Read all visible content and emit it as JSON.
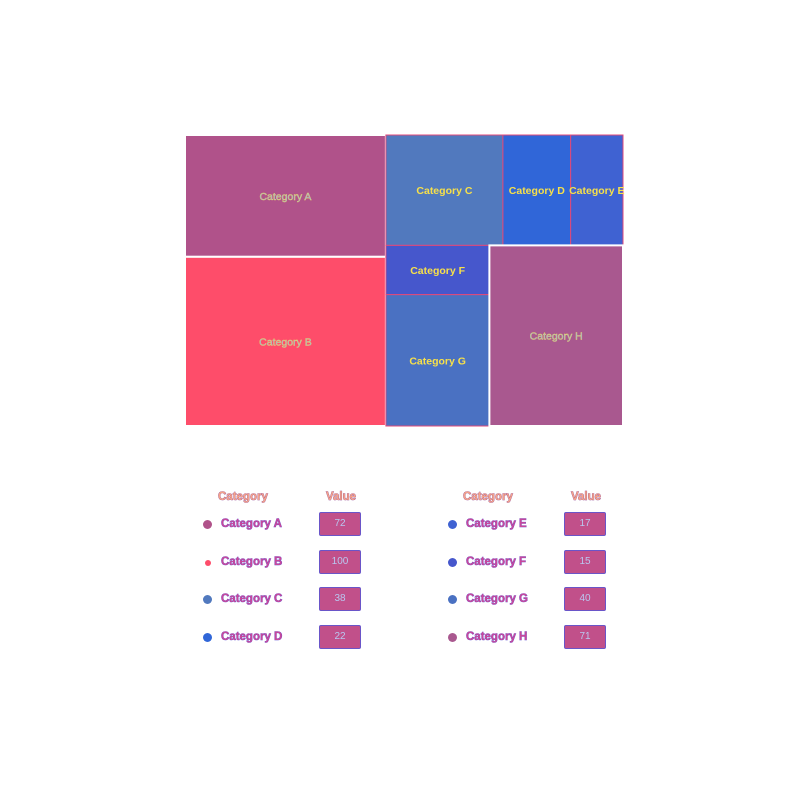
{
  "chart_data": {
    "type": "treemap",
    "categories": [
      "Category A",
      "Category B",
      "Category C",
      "Category D",
      "Category E",
      "Category F",
      "Category G",
      "Category H"
    ],
    "values": [
      72,
      100,
      38,
      22,
      17,
      15,
      40,
      71
    ],
    "colors": [
      "#b0528a",
      "#fe4d6a",
      "#5179be",
      "#3066d8",
      "#3f62d2",
      "#4657cc",
      "#4a71c2",
      "#a9588f"
    ]
  },
  "legend": {
    "header_category": "Category",
    "header_value": "Value",
    "left_rows": [
      {
        "name": "Category A",
        "value": "72",
        "color": "#b0528a"
      },
      {
        "name": "Category B",
        "value": "100",
        "color": "#fe4d6a"
      },
      {
        "name": "Category C",
        "value": "38",
        "color": "#5179be"
      },
      {
        "name": "Category D",
        "value": "22",
        "color": "#3066d8"
      }
    ],
    "right_rows": [
      {
        "name": "Category E",
        "value": "17",
        "color": "#3f62d2"
      },
      {
        "name": "Category F",
        "value": "15",
        "color": "#4657cc"
      },
      {
        "name": "Category G",
        "value": "40",
        "color": "#4a71c2"
      },
      {
        "name": "Category H",
        "value": "71",
        "color": "#a9588f"
      }
    ]
  }
}
